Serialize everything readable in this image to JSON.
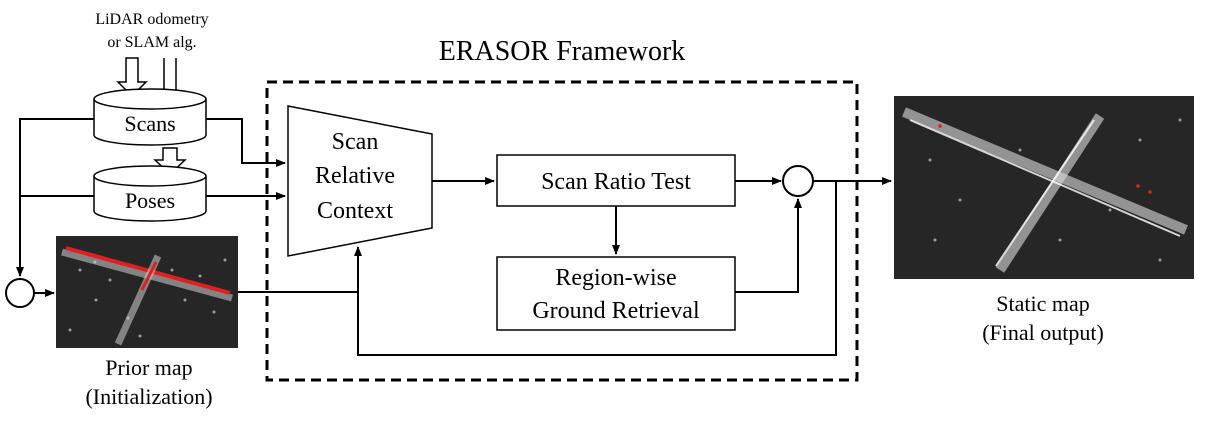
{
  "title": "ERASOR Framework",
  "input_source": {
    "line1": "LiDAR odometry",
    "line2": "or SLAM alg."
  },
  "nodes": {
    "scans": "Scans",
    "poses": "Poses",
    "src": {
      "line1": "Scan",
      "line2": "Relative",
      "line3": "Context"
    },
    "ratio_test": "Scan Ratio Test",
    "ground_retrieval": {
      "line1": "Region-wise",
      "line2": "Ground Retrieval"
    }
  },
  "prior_map": {
    "line1": "Prior map",
    "line2": "(Initialization)"
  },
  "static_map": {
    "line1": "Static map",
    "line2": "(Final output)"
  },
  "colors": {
    "highlight": "#e02020",
    "map_background": "#262626",
    "point_cloud": "#d8d8d8"
  },
  "icons": [
    "hollow-arrow-down",
    "cylinder-database",
    "summing-junction-circle"
  ]
}
